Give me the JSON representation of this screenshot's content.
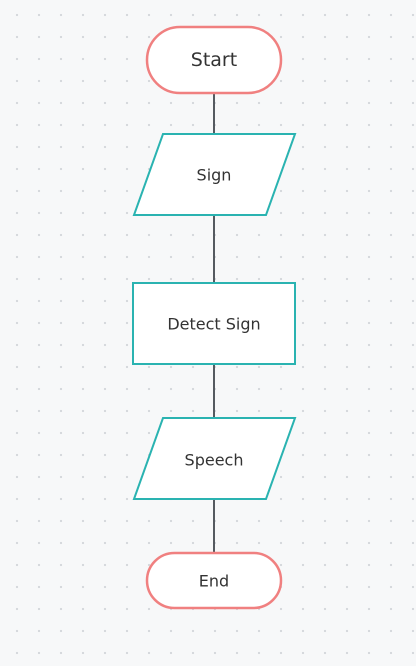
{
  "flowchart": {
    "nodes": [
      {
        "id": "start",
        "type": "terminal",
        "label": "Start"
      },
      {
        "id": "sign",
        "type": "input-output",
        "label": "Sign"
      },
      {
        "id": "detect-sign",
        "type": "process",
        "label": "Detect Sign"
      },
      {
        "id": "speech",
        "type": "input-output",
        "label": "Speech"
      },
      {
        "id": "end",
        "type": "terminal",
        "label": "End"
      }
    ],
    "edges": [
      {
        "from": "start",
        "to": "sign"
      },
      {
        "from": "sign",
        "to": "detect-sign"
      },
      {
        "from": "detect-sign",
        "to": "speech"
      },
      {
        "from": "speech",
        "to": "end"
      }
    ],
    "colors": {
      "terminal_stroke": "#f08080",
      "shape_stroke": "#2ab3b1",
      "connector": "#555a60",
      "background": "#f7f8f9"
    }
  }
}
